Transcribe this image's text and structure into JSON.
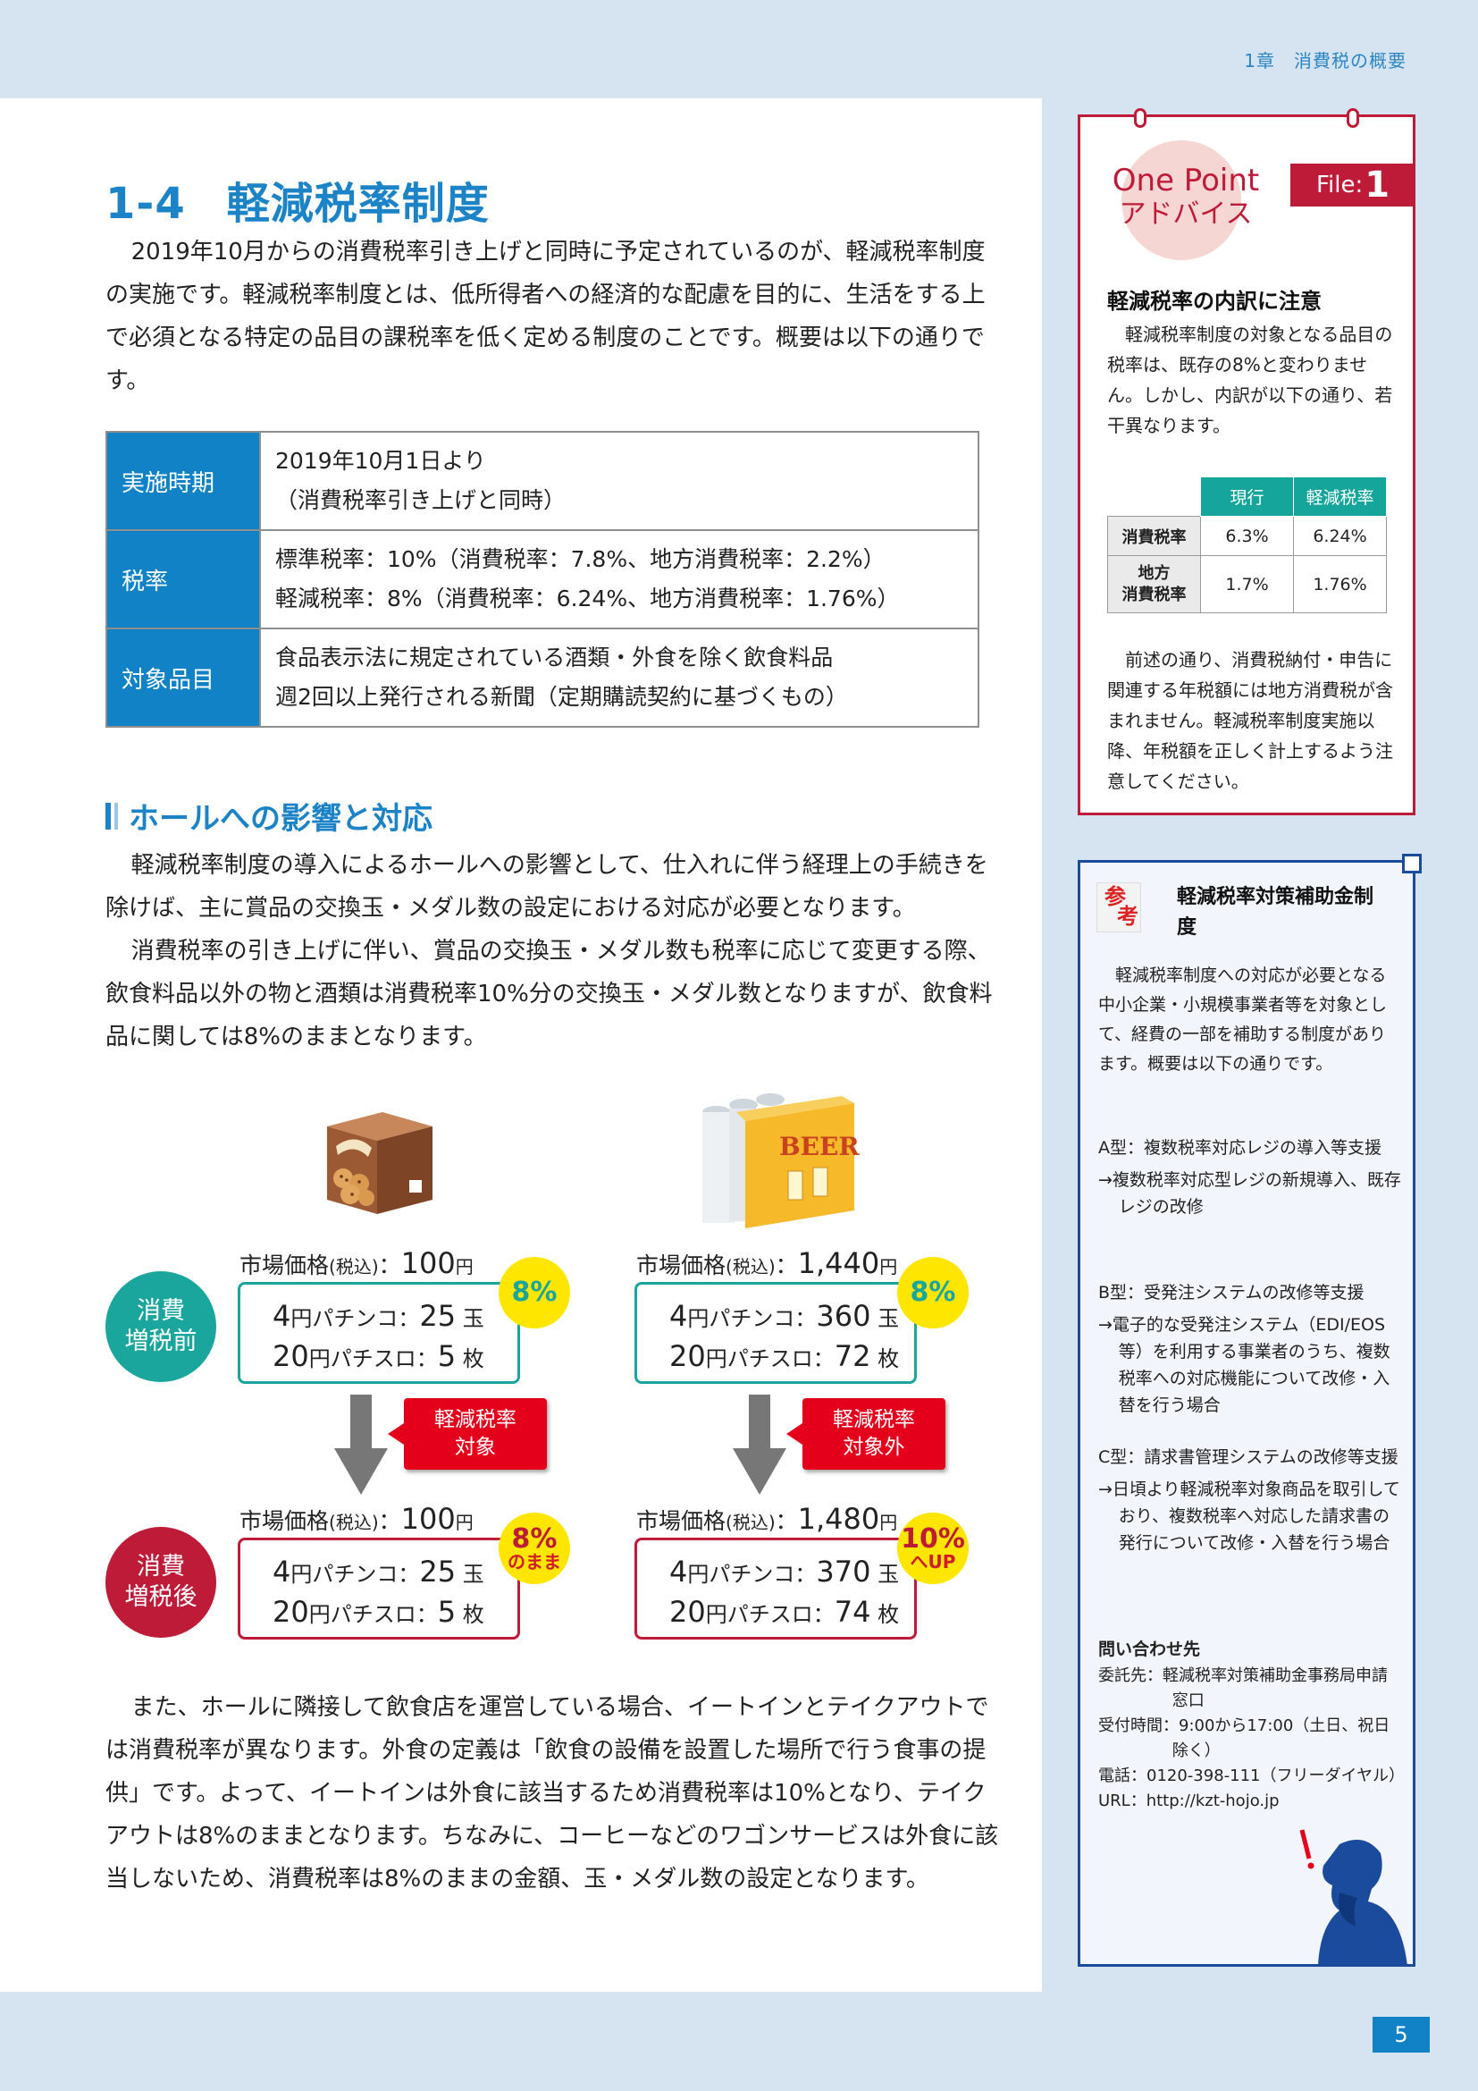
{
  "chapter_header": "1章　消費税の概要",
  "section": {
    "number": "1-4",
    "title": "軽減税率制度"
  },
  "intro_paragraph": "2019年10月からの消費税率引き上げと同時に予定されているのが、軽減税率制度の実施です。軽減税率制度とは、低所得者への経済的な配慮を目的に、生活をする上で必須となる特定の品目の課税率を低く定める制度のことです。概要は以下の通りです。",
  "summary_table": [
    {
      "label": "実施時期",
      "lines": [
        "2019年10月1日より",
        "（消費税率引き上げと同時）"
      ]
    },
    {
      "label": "税率",
      "lines": [
        "標準税率：10%（消費税率：7.8%、地方消費税率：2.2%）",
        "軽減税率：8%（消費税率：6.24%、地方消費税率：1.76%）"
      ]
    },
    {
      "label": "対象品目",
      "lines": [
        "食品表示法に規定されている酒類・外食を除く飲食料品",
        "週2回以上発行される新聞（定期購読契約に基づくもの）"
      ]
    }
  ],
  "subsection_title": "ホールへの影響と対応",
  "impact_paragraphs": [
    "軽減税率制度の導入によるホールへの影響として、仕入れに伴う経理上の手続きを除けば、主に賞品の交換玉・メダル数の設定における対応が必要となります。",
    "消費税率の引き上げに伴い、賞品の交換玉・メダル数も税率に応じて変更する際、飲食料品以外の物と酒類は消費税率10%分の交換玉・メダル数となりますが、飲食料品に関しては8%のままとなります。"
  ],
  "diagram": {
    "label_before": "消費\n増税前",
    "label_after": "消費\n増税後",
    "price_prefix": "市場価格",
    "price_tax": "(税込)",
    "price_colon": "：",
    "yen": "円",
    "pachinko_label": "円パチンコ：",
    "pachislo_label": "円パチスロ：",
    "ball_unit": "玉",
    "medal_unit": "枚",
    "pachinko_rate": "4",
    "pachislo_rate": "20",
    "food": {
      "before": {
        "price": "100",
        "balls": "25",
        "medals": "5",
        "badge": "8%"
      },
      "after": {
        "price": "100",
        "balls": "25",
        "medals": "5",
        "badge": "8%",
        "badge_sub": "のまま"
      },
      "callout": "軽減税率\n対象"
    },
    "beer": {
      "before": {
        "price": "1,440",
        "balls": "360",
        "medals": "72",
        "badge": "8%"
      },
      "after": {
        "price": "1,480",
        "balls": "370",
        "medals": "74",
        "badge": "10%",
        "badge_sub": "へUP"
      },
      "callout": "軽減税率\n対象外",
      "can_text": "BEER"
    }
  },
  "closing_paragraph": "また、ホールに隣接して飲食店を運営している場合、イートインとテイクアウトでは消費税率が異なります。外食の定義は「飲食の設備を設置した場所で行う食事の提供」です。よって、イートインは外食に該当するため消費税率は10%となり、テイクアウトは8%のままとなります。ちなみに、コーヒーなどのワゴンサービスは外食に該当しないため、消費税率は8%のままの金額、玉・メダル数の設定となります。",
  "one_point": {
    "title_en": "One Point",
    "title_ja": "アドバイス",
    "file_label": "File:",
    "file_number": "1",
    "heading": "軽減税率の内訳に注意",
    "text1": "軽減税率制度の対象となる品目の税率は、既存の8%と変わりません。しかし、内訳が以下の通り、若干異なります。",
    "table_headers": [
      "現行",
      "軽減税率"
    ],
    "table_rows": [
      {
        "label": "消費税率",
        "current": "6.3%",
        "reduced": "6.24%"
      },
      {
        "label": "地方\n消費税率",
        "current": "1.7%",
        "reduced": "1.76%"
      }
    ],
    "text2": "前述の通り、消費税納付・申告に関連する年税額には地方消費税が含まれません。軽減税率制度実施以降、年税額を正しく計上するよう注意してください。"
  },
  "reference": {
    "icon_chars": [
      "参",
      "考"
    ],
    "heading": "軽減税率対策補助金制度",
    "text": "軽減税率制度への対応が必要となる中小企業・小規模事業者等を対象として、経費の一部を補助する制度があります。概要は以下の通りです。",
    "types": [
      {
        "title": "A型：複数税率対応レジの導入等支援",
        "desc": "→複数税率対応型レジの新規導入、既存レジの改修"
      },
      {
        "title": "B型：受発注システムの改修等支援",
        "desc": "→電子的な受発注システム（EDI/EOS等）を利用する事業者のうち、複数税率への対応機能について改修・入替を行う場合"
      },
      {
        "title": "C型：請求書管理システムの改修等支援",
        "desc": "→日頃より軽減税率対象商品を取引しており、複数税率へ対応した請求書の発行について改修・入替を行う場合"
      }
    ],
    "contact": {
      "heading": "問い合わせ先",
      "rows": [
        "委託先：軽減税率対策補助金事務局申請窓口",
        "受付時間：9:00から17:00（土日、祝日除く）",
        "電話：0120-398-111（フリーダイヤル）",
        "URL：http://kzt-hojo.jp"
      ]
    }
  },
  "page_number": "5",
  "colors": {
    "accent_blue": "#1b83c6",
    "teal": "#1aa59d",
    "crimson": "#be1b38",
    "navy": "#1a4b9c",
    "badge_yellow": "#ffe600",
    "callout_red": "#e4001b",
    "page_bg": "#d6e4f1"
  }
}
